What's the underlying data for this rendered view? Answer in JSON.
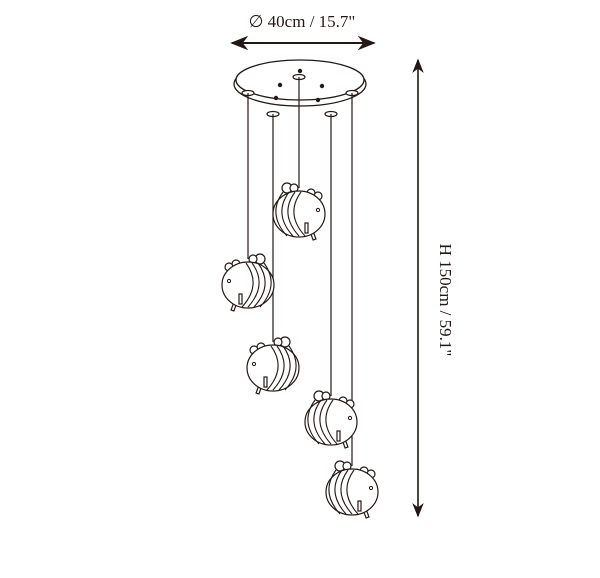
{
  "dimensions": {
    "diameter_label": "∅ 40cm / 15.7\"",
    "height_label": "H 150cm / 59.1\""
  },
  "product": {
    "pendant_count": 5
  },
  "colors": {
    "line": "#231815",
    "background": "#ffffff"
  }
}
